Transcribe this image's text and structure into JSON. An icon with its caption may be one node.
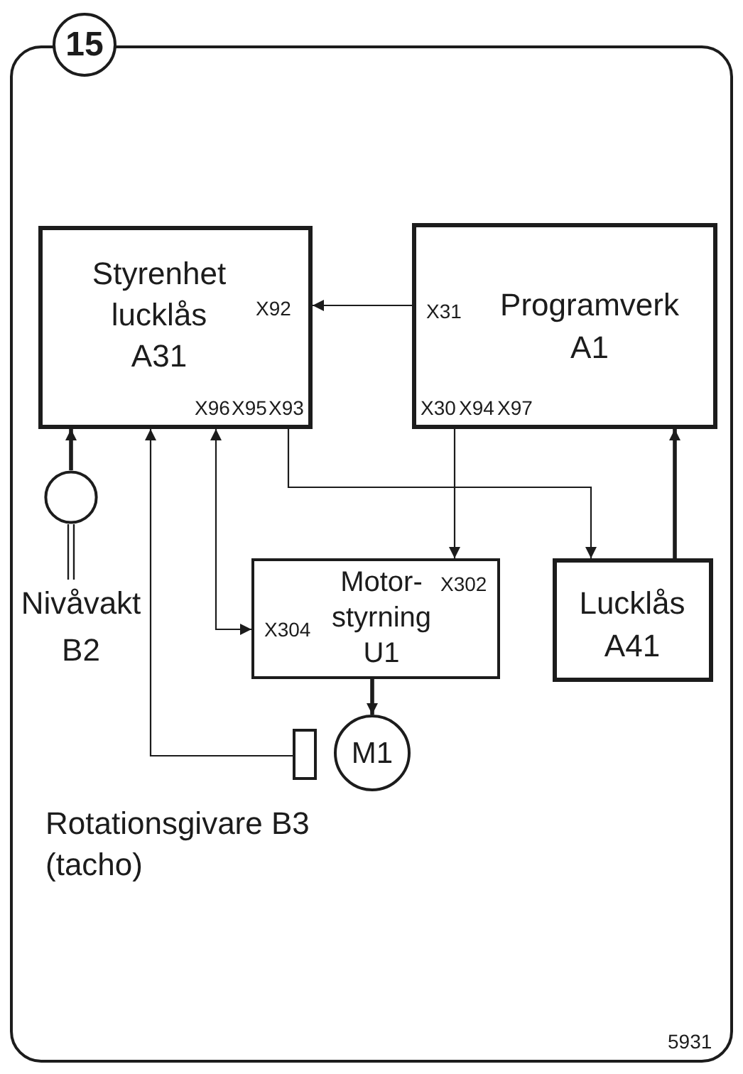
{
  "diagram": {
    "nodes": [
      {
        "text": [
          "15"
        ]
      },
      {
        "text": [
          "5931"
        ]
      },
      {
        "text": [
          "Styrenhet lucklås A31"
        ],
        "in": 1
      },
      {
        "text": [
          "Programverk A1"
        ],
        "in": 1
      },
      {
        "text": [],
        "shape": "circle",
        "beside": [
          "Nivåvakt B2"
        ],
        "in": 1
      },
      {
        "text": [
          "Motor- styrning U1"
        ],
        "in": 1
      },
      {
        "text": [
          "Lucklås A41"
        ],
        "in": 1
      },
      {
        "text": [
          "M1"
        ],
        "in": 1
      },
      {
        "text": [],
        "shape": "box",
        "beside": [
          "Rotationsgivare B3 (tacho)"
        ],
        "in": 1
      }
    ],
    "edges": [
      {
        "from": 3,
        "to": 2,
        "arrow": "to"
      },
      {
        "from": 4,
        "to": 2,
        "arrow": "to",
        "style": "thick"
      },
      {
        "from": 8,
        "to": 2,
        "arrow": "to"
      },
      {
        "from": 2,
        "to": 5,
        "arrow": "both"
      },
      {
        "from": 2,
        "to": 6,
        "arrow": "to"
      },
      {
        "from": 3,
        "to": 5,
        "arrow": "to"
      },
      {
        "from": 6,
        "to": 3,
        "arrow": "to",
        "style": "thick"
      },
      {
        "from": 5,
        "to": 7,
        "arrow": "to",
        "style": "thick"
      }
    ],
    "labels": [
      "X92",
      "X31",
      "X96",
      "X95",
      "X93",
      "X30",
      "X94",
      "X97",
      "X302",
      "X304"
    ]
  }
}
